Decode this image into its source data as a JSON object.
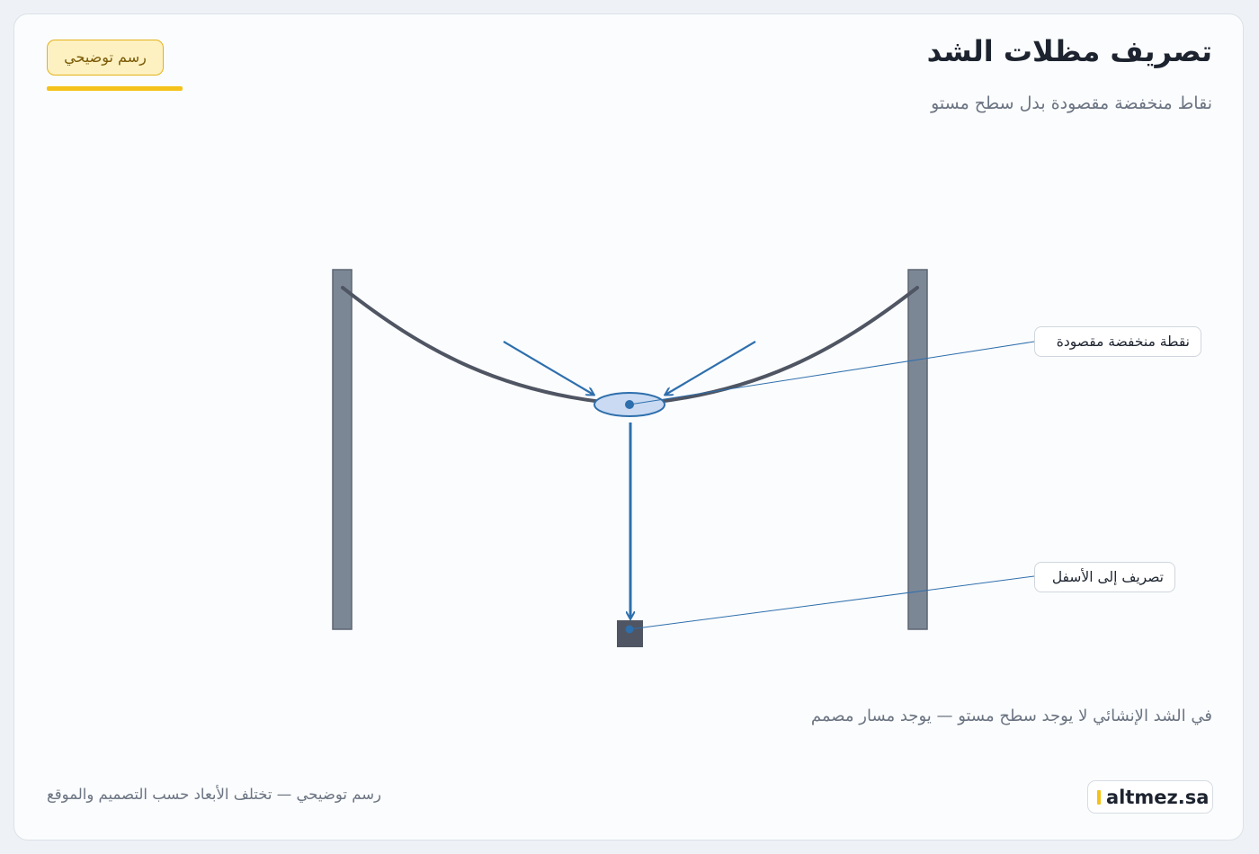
{
  "header": {
    "title": "تصريف مظلات الشد",
    "subtitle": "نقاط منخفضة مقصودة بدل سطح مستو",
    "badge": "رسم توضيحي"
  },
  "callouts": {
    "low_point": "نقطة منخفضة مقصودة",
    "drain_down": "تصريف إلى الأسفل"
  },
  "note": "في الشد الإنشائي لا يوجد سطح مستو — يوجد مسار مصمم",
  "footer": {
    "disclaimer": "رسم توضيحي — تختلف الأبعاد حسب التصميم والموقع",
    "brand": "altmez.sa"
  },
  "colors": {
    "post": "#7c8796",
    "membrane": "#4f5562",
    "flow": "#2e6fad",
    "low_point_fill": "#c9daf2",
    "drain_box": "#4f5562",
    "badge_accent": "#f4c21a"
  },
  "icons": {
    "flow_arrows": "arrow-icon",
    "low_point": "low-point-marker",
    "drain": "drain-outlet"
  }
}
